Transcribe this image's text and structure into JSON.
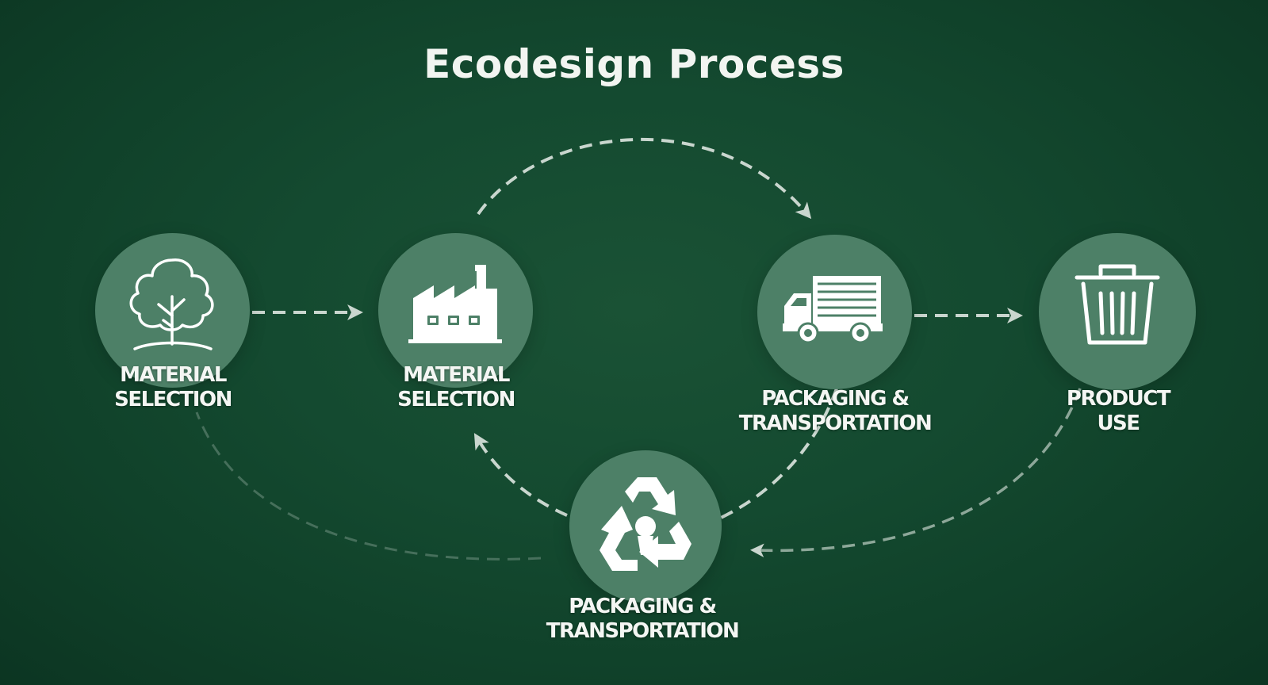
{
  "title": "Ecodesign Process",
  "colors": {
    "background": "#144a30",
    "node_fill": "#4d8067",
    "connector": "#c9d6ce",
    "text": "#f4f6f3"
  },
  "nodes": [
    {
      "icon": "tree-icon",
      "label_line1": "MATERIAL",
      "label_line2": "SELECTION"
    },
    {
      "icon": "factory-icon",
      "label_line1": "MATERIAL",
      "label_line2": "SELECTION"
    },
    {
      "icon": "delivery-truck-icon",
      "label_line1": "PACKAGING &",
      "label_line2": "TRANSPORTATION"
    },
    {
      "icon": "trash-bin-icon",
      "label_line1": "PRODUCT",
      "label_line2": "USE"
    },
    {
      "icon": "recycle-icon",
      "label_line1": "PACKAGING &",
      "label_line2": "TRANSPORTATION"
    }
  ]
}
